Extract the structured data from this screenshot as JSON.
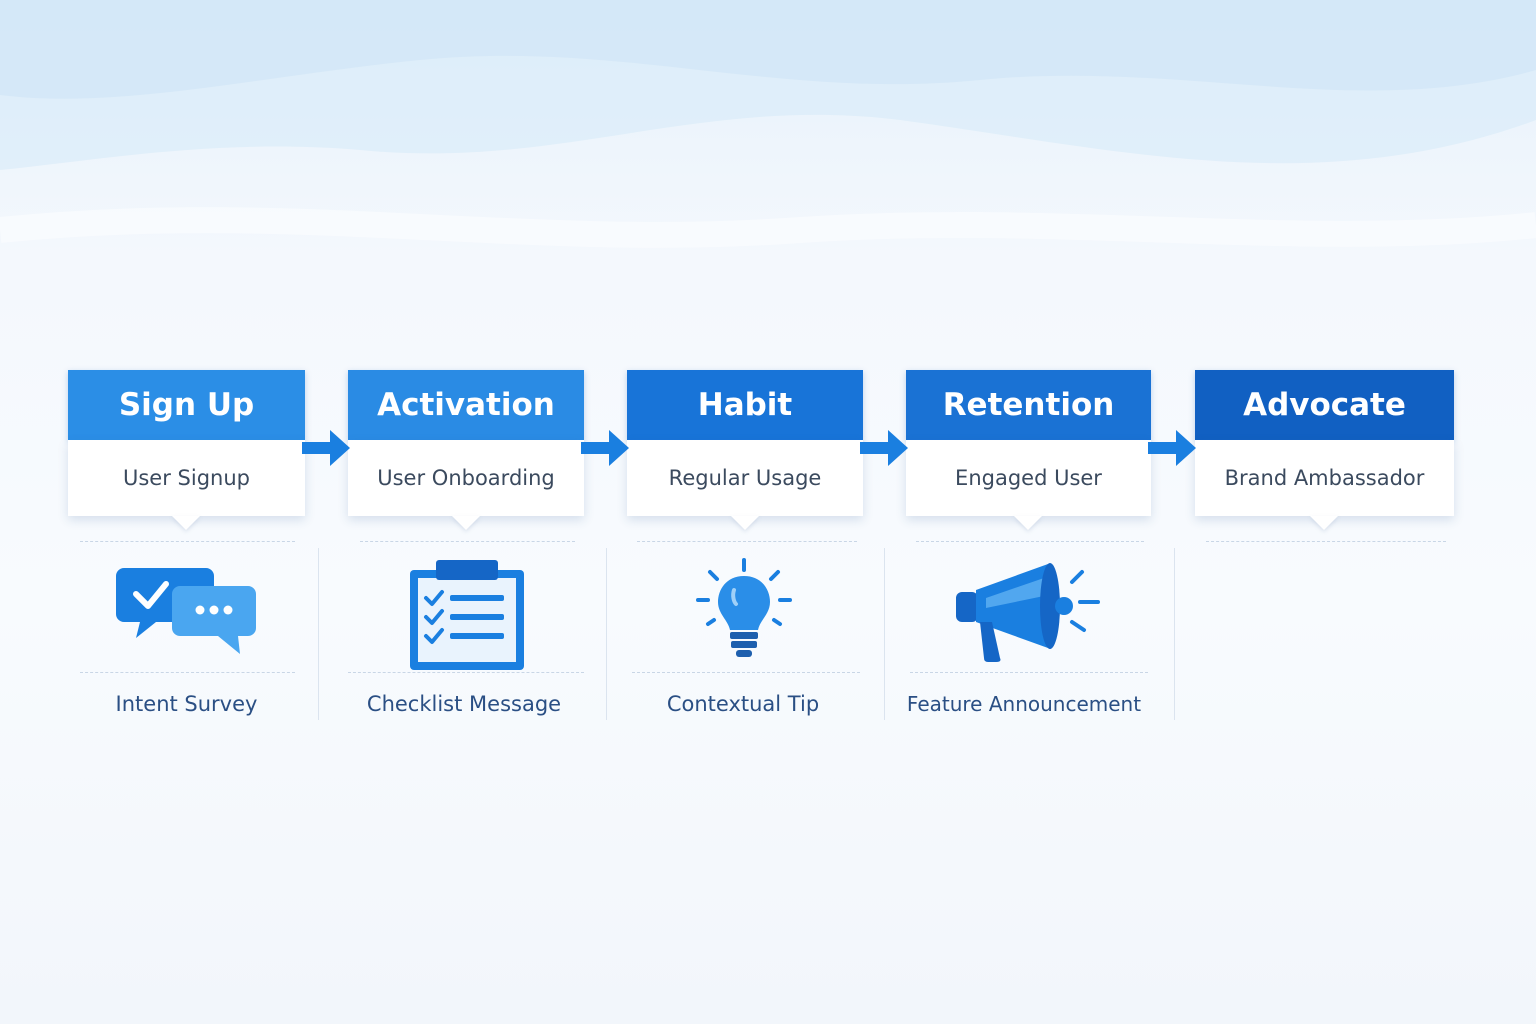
{
  "stages": [
    {
      "title": "Sign Up",
      "subtitle": "User Signup",
      "header_color": "#2b8ee6"
    },
    {
      "title": "Activation",
      "subtitle": "User Onboarding",
      "header_color": "#2a8be4"
    },
    {
      "title": "Habit",
      "subtitle": "Regular Usage",
      "header_color": "#1874d8"
    },
    {
      "title": "Retention",
      "subtitle": "Engaged User",
      "header_color": "#1a72d4"
    },
    {
      "title": "Advocate",
      "subtitle": "Brand Ambassador",
      "header_color": "#1160c2"
    }
  ],
  "steps": [
    {
      "label": "Intent Survey",
      "icon": "chat-bubbles-icon"
    },
    {
      "label": "Checklist Message",
      "icon": "clipboard-checklist-icon"
    },
    {
      "label": "Contextual Tip",
      "icon": "lightbulb-icon"
    },
    {
      "label": "Feature Announcement",
      "icon": "megaphone-icon"
    }
  ],
  "colors": {
    "accent": "#1a7fe0",
    "label_text": "#2a4f84",
    "subtitle_text": "#3b4a5e"
  }
}
